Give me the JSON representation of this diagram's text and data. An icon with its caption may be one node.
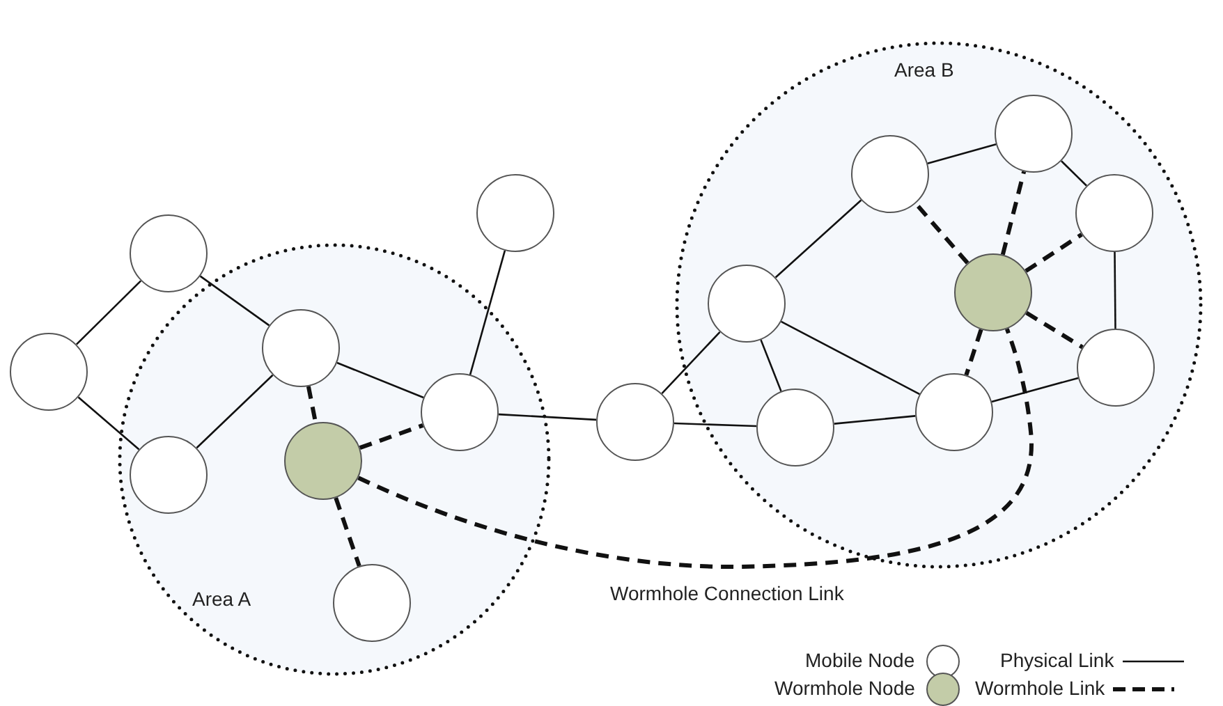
{
  "diagram": {
    "nodes": [
      {
        "text": [
          "Area A"
        ]
      },
      {
        "text": [
          "Area B"
        ]
      },
      {
        "text": [],
        "shape": "circle"
      },
      {
        "text": [],
        "shape": "circle"
      },
      {
        "text": [],
        "shape": "circle",
        "in": 0
      },
      {
        "text": [],
        "shape": "circle",
        "in": 0
      },
      {
        "text": [],
        "shape": "circle",
        "in": 0
      },
      {
        "text": [],
        "shape": "circle",
        "in": 0
      },
      {
        "text": [],
        "shape": "circle",
        "in": 0
      },
      {
        "text": [],
        "shape": "circle"
      },
      {
        "text": [],
        "shape": "circle"
      },
      {
        "text": [],
        "shape": "circle",
        "in": 1
      },
      {
        "text": [],
        "shape": "circle",
        "in": 1
      },
      {
        "text": [],
        "shape": "circle",
        "in": 1
      },
      {
        "text": [],
        "shape": "circle",
        "in": 1
      },
      {
        "text": [],
        "shape": "circle",
        "in": 1
      },
      {
        "text": [],
        "shape": "circle",
        "in": 1
      },
      {
        "text": [],
        "shape": "circle",
        "in": 1
      },
      {
        "text": [],
        "shape": "circle",
        "in": 1
      }
    ],
    "edges": [
      {
        "from": 3,
        "to": 2,
        "arrow": "none"
      },
      {
        "from": 3,
        "to": 4,
        "arrow": "none"
      },
      {
        "from": 2,
        "to": 5,
        "arrow": "none"
      },
      {
        "from": 4,
        "to": 5,
        "arrow": "none"
      },
      {
        "from": 5,
        "to": 8,
        "arrow": "none"
      },
      {
        "from": 8,
        "to": 9,
        "arrow": "none"
      },
      {
        "from": 8,
        "to": 10,
        "arrow": "none"
      },
      {
        "from": 5,
        "to": 6,
        "arrow": "none",
        "style": "dashed"
      },
      {
        "from": 6,
        "to": 8,
        "arrow": "none",
        "style": "dashed"
      },
      {
        "from": 6,
        "to": 7,
        "arrow": "none",
        "style": "dashed"
      },
      {
        "from": 6,
        "to": 16,
        "arrow": "none",
        "style": "dashed",
        "label": "Wormhole Connection Link"
      },
      {
        "from": 10,
        "to": 11,
        "arrow": "none"
      },
      {
        "from": 10,
        "to": 12,
        "arrow": "none"
      },
      {
        "from": 11,
        "to": 12,
        "arrow": "none"
      },
      {
        "from": 11,
        "to": 13,
        "arrow": "none"
      },
      {
        "from": 11,
        "to": 17,
        "arrow": "none"
      },
      {
        "from": 12,
        "to": 17,
        "arrow": "none"
      },
      {
        "from": 13,
        "to": 14,
        "arrow": "none"
      },
      {
        "from": 14,
        "to": 15,
        "arrow": "none"
      },
      {
        "from": 15,
        "to": 18,
        "arrow": "none"
      },
      {
        "from": 17,
        "to": 18,
        "arrow": "none"
      },
      {
        "from": 16,
        "to": 13,
        "arrow": "none",
        "style": "dashed"
      },
      {
        "from": 16,
        "to": 14,
        "arrow": "none",
        "style": "dashed"
      },
      {
        "from": 16,
        "to": 15,
        "arrow": "none",
        "style": "dashed"
      },
      {
        "from": 16,
        "to": 18,
        "arrow": "none",
        "style": "dashed"
      },
      {
        "from": 16,
        "to": 17,
        "arrow": "none",
        "style": "dashed"
      }
    ],
    "legend": [
      {
        "text": "Mobile Node"
      },
      {
        "text": "Physical Link"
      },
      {
        "text": "Wormhole Node",
        "color": "#c3cca8"
      },
      {
        "text": "Wormhole Link"
      }
    ]
  }
}
